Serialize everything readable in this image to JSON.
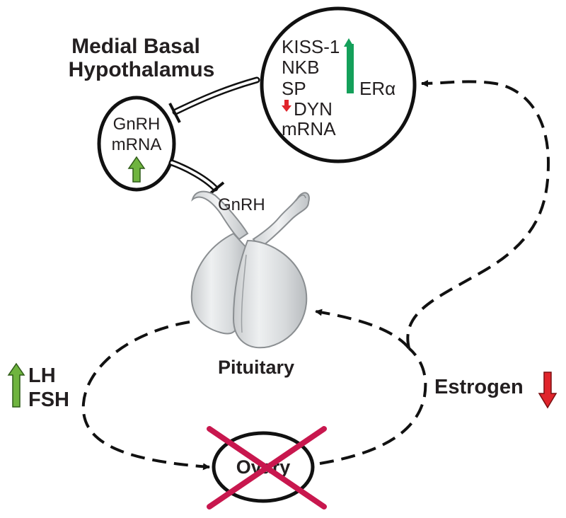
{
  "hypothalamus": {
    "title_line1": "Medial Basal",
    "title_line2": "Hypothalamus"
  },
  "kisspeptin_neuron": {
    "lines": [
      "KISS-1",
      "NKB",
      "SP",
      "DYN",
      "mRNA"
    ],
    "receptor_label": "ERα",
    "up_arrow_color": "#14a05a",
    "down_arrow_color": "#e0242b"
  },
  "gnrh_neuron": {
    "line1": "GnRH",
    "line2": "mRNA",
    "up_arrow_color": "#6fb43f"
  },
  "gnrh_release_label": "GnRH",
  "pituitary_label": "Pituitary",
  "gonadotropins": {
    "line1": "LH",
    "line2": "FSH",
    "up_arrow_color": "#6fb43f"
  },
  "estrogen": {
    "label": "Estrogen",
    "down_arrow_color": "#e0242b"
  },
  "ovary": {
    "label": "Ovary",
    "cross_color": "#c8174e"
  }
}
